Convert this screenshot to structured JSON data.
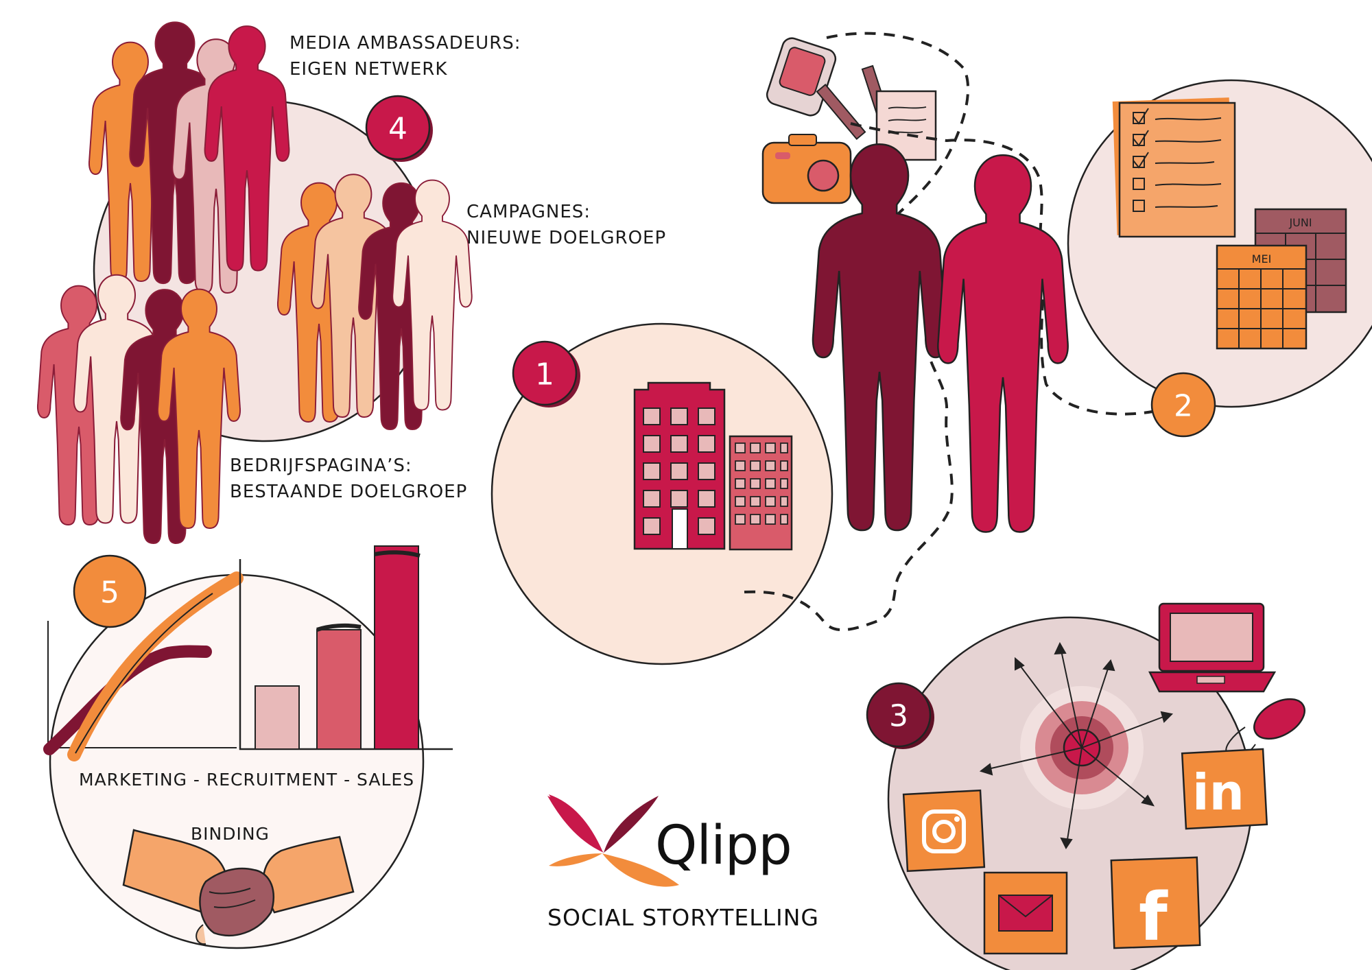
{
  "badges": {
    "step1": "1",
    "step2": "2",
    "step3": "3",
    "step4": "4",
    "step5": "5"
  },
  "labels": {
    "media_line1": "MEDIA AMBASSADEURS:",
    "media_line2": "EIGEN NETWERK",
    "campagnes_line1": "CAMPAGNES:",
    "campagnes_line2": "NIEUWE DOELGROEP",
    "bedrijf_line1": "BEDRIJFSPAGINA’S:",
    "bedrijf_line2": "BESTAANDE DOELGROEP",
    "results": "MARKETING - RECRUITMENT - SALES",
    "binding": "BINDING"
  },
  "calendar": {
    "month_back": "JUNI",
    "month_front": "MEI"
  },
  "social": {
    "linkedin": "in",
    "facebook": "f"
  },
  "brand": {
    "name": "Qlipp",
    "tagline": "SOCIAL STORYTELLING"
  },
  "colors": {
    "crimson": "#c8184a",
    "burgundy": "#7f1533",
    "orange": "#f28c3c",
    "rose": "#d95b6a",
    "blush": "#e8b9b9",
    "peach": "#f5c4a0",
    "cream": "#fbe6da",
    "pale_rose": "#f4e4e2",
    "mauve": "#e6d3d3",
    "calendar_brown": "#a05a62"
  }
}
